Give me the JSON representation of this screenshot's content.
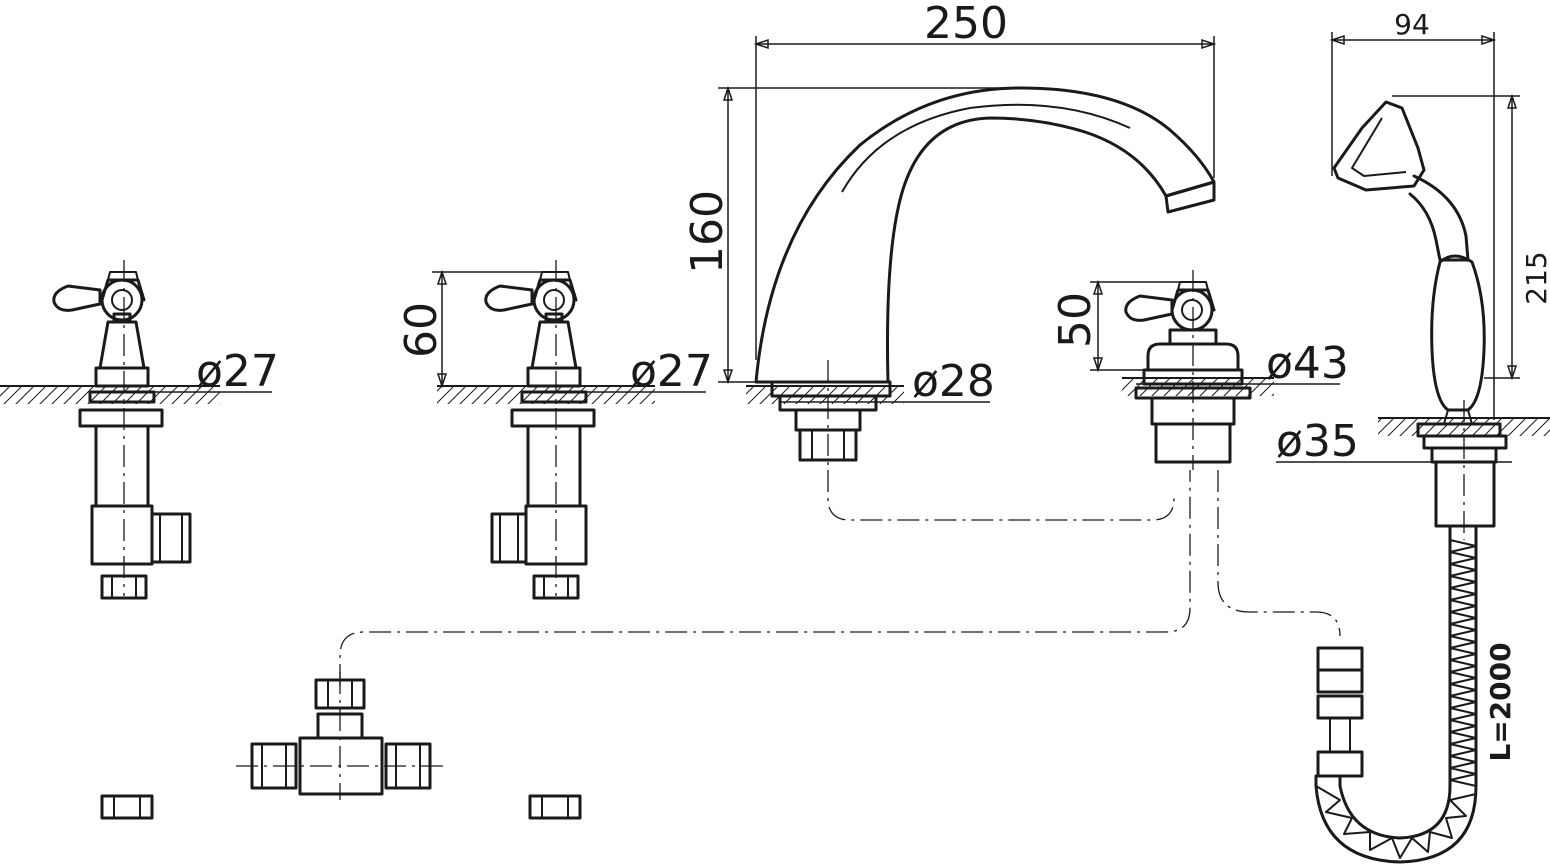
{
  "colors": {
    "ink": "#1a1a1a",
    "background": "#ffffff"
  },
  "dimensions": {
    "spout_width": "250",
    "spout_height": "160",
    "spout_diameter": "ø28",
    "valve_left_diameter": "ø27",
    "valve_center_height": "60",
    "valve_center_diameter": "ø27",
    "diverter_height": "50",
    "diverter_diameter": "ø43",
    "shower_head_width": "94",
    "shower_height": "215",
    "shower_holder_diameter": "ø35",
    "hose_length": "L=2000"
  }
}
